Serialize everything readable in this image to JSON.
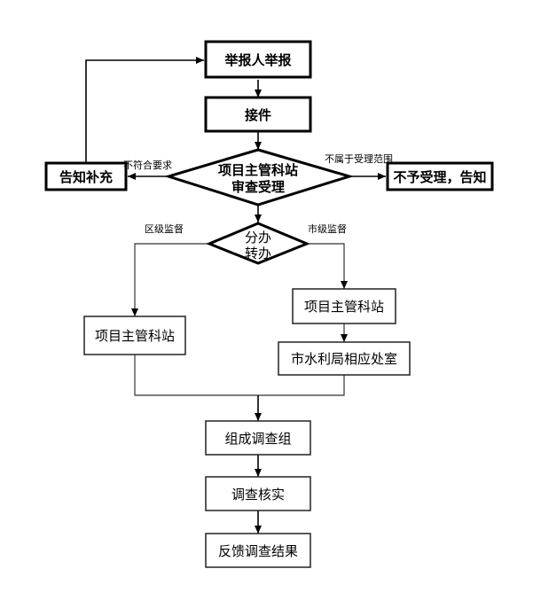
{
  "nodes": {
    "report": "举报人举报",
    "receive": "接件",
    "review_line1": "项目主管科站",
    "review_line2": "审查受理",
    "supplement": "告知补充",
    "reject": "不予受理，告知",
    "assign_line1": "分办",
    "assign_line2": "转办",
    "district_station": "项目主管科站",
    "city_station": "项目主管科站",
    "water_bureau": "市水利局相应处室",
    "form_group": "组成调查组",
    "verify": "调查核实",
    "feedback": "反馈调查结果"
  },
  "edges": {
    "not_compliant": "不符合要求",
    "out_of_scope": "不属于受理范围",
    "district_supervision": "区级监督",
    "city_supervision": "市级监督"
  }
}
